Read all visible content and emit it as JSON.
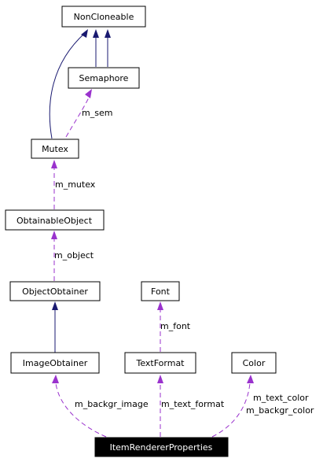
{
  "diagram": {
    "nodes": {
      "noncloneable": "NonCloneable",
      "semaphore": "Semaphore",
      "mutex": "Mutex",
      "obtainable": "ObtainableObject",
      "obtainer": "ObjectObtainer",
      "font": "Font",
      "image_obtainer": "ImageObtainer",
      "text_format": "TextFormat",
      "color": "Color",
      "item_renderer": "ItemRendererProperties"
    },
    "edge_labels": {
      "m_sem": "m_sem",
      "m_mutex": "m_mutex",
      "m_object": "m_object",
      "m_font": "m_font",
      "m_backgr_image": "m_backgr_image",
      "m_text_format": "m_text_format",
      "m_text_color": "m_text_color",
      "m_backgr_color": "m_backgr_color"
    },
    "colors": {
      "inheritance": "#191970",
      "usage": "#9a32cd",
      "highlight_bg": "#000000",
      "highlight_text": "#ffffff"
    }
  }
}
